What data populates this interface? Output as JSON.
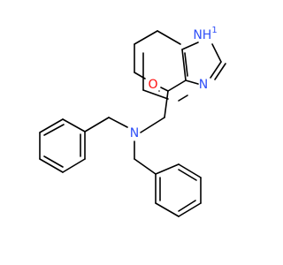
{
  "diagram": {
    "type": "skeletal-structure",
    "colors": {
      "bond": "#000000",
      "oxygen": "#ff0d0d",
      "nitrogen": "#3050f8",
      "background": "#ffffff"
    },
    "atoms": [
      {
        "id": "NH",
        "text": "NH",
        "sub": "1",
        "element": "N"
      },
      {
        "id": "N3",
        "text": "N",
        "element": "N"
      },
      {
        "id": "O",
        "text": "O",
        "element": "O"
      },
      {
        "id": "N_amine",
        "text": "N",
        "element": "N"
      }
    ]
  }
}
